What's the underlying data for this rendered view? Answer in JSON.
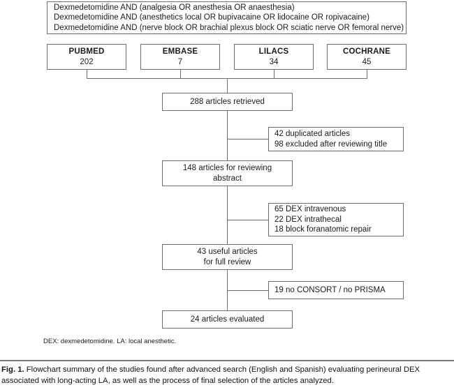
{
  "figure": {
    "query_box": {
      "lines": [
        "Dexmedetomidine AND (analgesia OR anesthesia OR anaesthesia)",
        "Dexmedetomidine AND (anesthetics local OR bupivacaine OR lidocaine OR ropivacaine)",
        "Dexmedetomidine AND (nerve block OR brachial plexus block OR sciatic nerve OR femoral nerve)"
      ]
    },
    "databases": [
      {
        "name": "PUBMED",
        "count": "202"
      },
      {
        "name": "EMBASE",
        "count": "7"
      },
      {
        "name": "LILACS",
        "count": "34"
      },
      {
        "name": "COCHRANE",
        "count": "45"
      }
    ],
    "flow": {
      "retrieved": {
        "lines": [
          "288 articles retrieved"
        ]
      },
      "abstract": {
        "lines": [
          "148 articles for reviewing",
          "abstract"
        ]
      },
      "full_review": {
        "lines": [
          "43 useful articles",
          "for full review"
        ]
      },
      "evaluated": {
        "lines": [
          "24 articles evaluated"
        ]
      }
    },
    "exclusions": {
      "after_title": {
        "lines": [
          "42 duplicated articles",
          "98 excluded after reviewing title"
        ]
      },
      "by_type": {
        "lines": [
          "65 DEX intravenous",
          "22 DEX intrathecal",
          "18 block foranatomic repair"
        ]
      },
      "reporting": {
        "lines": [
          "19 no CONSORT / no PRISMA"
        ]
      }
    },
    "footnote": "DEX: dexmedetomidine. LA: local anesthetic.",
    "caption": {
      "label": "Fig. 1.",
      "text": "Flowchart summary of the studies found after advanced search (English and Spanish) evaluating perineural DEX associated with long-acting LA, as well as the process of final selection of the articles analyzed."
    },
    "colors": {
      "border": "#6e6e6e",
      "text": "#1a1a1a",
      "background": "#ffffff"
    }
  }
}
